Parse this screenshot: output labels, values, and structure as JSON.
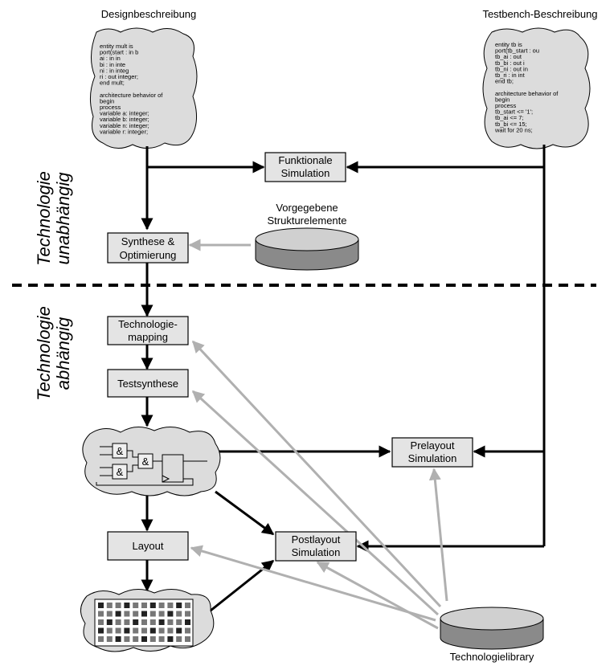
{
  "headers": {
    "design": "Designbeschreibung",
    "testbench": "Testbench-Beschreibung"
  },
  "side_labels": {
    "independent_line1": "Technologie",
    "independent_line2": "unabhängig",
    "dependent_line1": "Technologie",
    "dependent_line2": "abhängig"
  },
  "design_code": [
    "entity mult is",
    "  port(start : in   b",
    "      ai    : in  in",
    "      bi    : in  inte",
    "      ni    : in  integ",
    "      ri    : out integer;",
    "end mult;",
    "",
    "architecture behavior of",
    "begin",
    "  process",
    "    variable a: integer;",
    "    variable b: integer;",
    "    variable n: integer;",
    "    variable r: integer;"
  ],
  "testbench_code": [
    "entity tb is",
    "  port(tb_start : ou",
    "    tb_ai   : out",
    "    tb_bi   : out i",
    "    tb_ni   : out in",
    "    tb_ri   : in int",
    "end tb;",
    "",
    "architecture behavior of",
    "begin",
    "  process",
    "    tb_start <= '1';",
    "    tb_ai <= 7;",
    "    tb_bi <= 15;",
    "    wait for 20 ns;"
  ],
  "boxes": {
    "funktionale_line1": "Funktionale",
    "funktionale_line2": "Simulation",
    "synthese_line1": "Synthese &",
    "synthese_line2": "Optimierung",
    "techmapping_line1": "Technologie-",
    "techmapping_line2": "mapping",
    "testsynthese": "Testsynthese",
    "prelayout_line1": "Prelayout",
    "prelayout_line2": "Simulation",
    "layout": "Layout",
    "postlayout_line1": "Postlayout",
    "postlayout_line2": "Simulation"
  },
  "databases": {
    "struktur_line1": "Vorgegebene",
    "struktur_line2": "Strukturelemente",
    "techlib": "Technologielibrary"
  },
  "gate_symbol": "&",
  "colors": {
    "box_fill": "#e4e4e4",
    "cloud_fill": "#dcdcdc",
    "black_arrow": "#000000",
    "grey_arrow": "#b0b0b0"
  }
}
